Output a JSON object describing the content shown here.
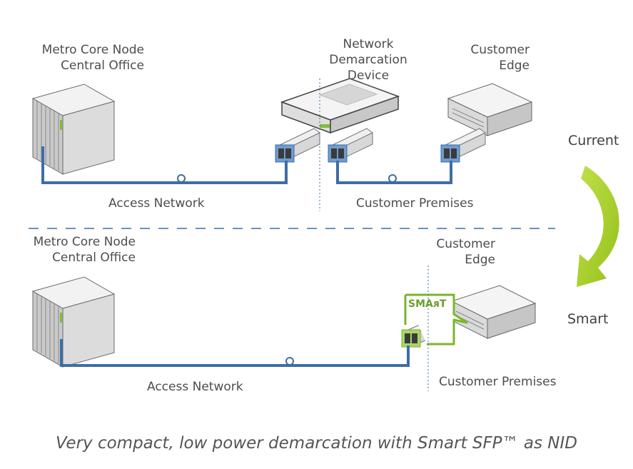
{
  "top": {
    "core_node": {
      "line1": "Metro Core Node",
      "line2": "Central Office"
    },
    "nid": {
      "line1": "Network",
      "line2": "Demarcation",
      "line3": "Device"
    },
    "customer_edge": {
      "line1": "Customer",
      "line2": "Edge"
    },
    "access_network": "Access Network",
    "customer_premises": "Customer Premises"
  },
  "bottom": {
    "core_node": {
      "line1": "Metro Core Node",
      "line2": "Central Office"
    },
    "customer_edge": {
      "line1": "Customer",
      "line2": "Edge"
    },
    "access_network": "Access Network",
    "customer_premises": "Customer Premises",
    "smart_badge": "SMAᴙT"
  },
  "states": {
    "current": "Current",
    "smart": "Smart"
  },
  "caption": "Very compact, low power demarcation with Smart SFP™ as NID",
  "colors": {
    "link": "#3d6da6",
    "arrow": "#a6cf1e",
    "smart_green": "#7bb62a",
    "divider": "#3d6da6"
  }
}
